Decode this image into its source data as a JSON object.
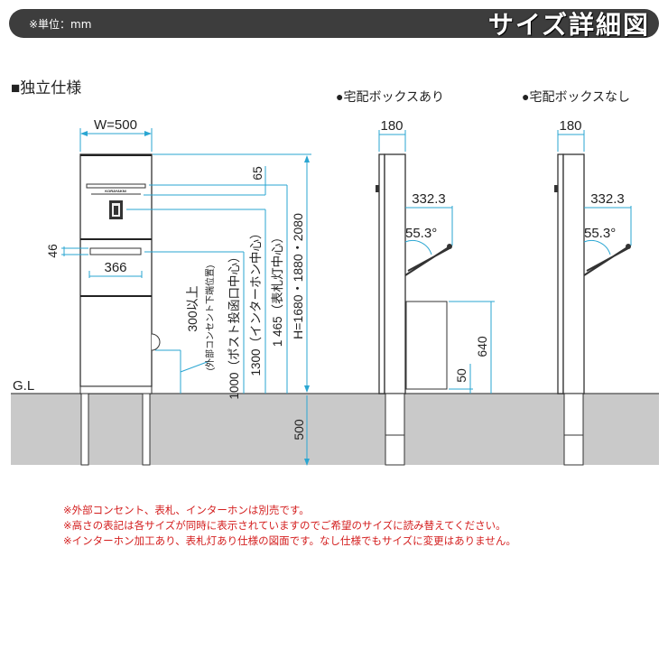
{
  "header": {
    "unit_note": "※単位：mm",
    "title": "サイズ詳細図"
  },
  "front_view": {
    "title": "■独立仕様",
    "nameplate_text": "KORAYAKNI",
    "width": "W=500",
    "slot_width": "366",
    "slot_height": "46",
    "nameplate_offset": "65",
    "height": "H=1680・1880・2080",
    "light_center": "1 465（表札灯中心）",
    "intercom_center": "1300（インターホン中心）",
    "post_slot_center": "1000（ポスト投函口中心）",
    "outlet_min": "300以上",
    "outlet_note": "(外部コンセント下端位置)",
    "ground_label": "G.L",
    "buried_depth": "500"
  },
  "side_with_box": {
    "title": "●宅配ボックスあり",
    "depth": "180",
    "flap_reach": "332.3",
    "flap_angle": "55.3°",
    "box_height": "640",
    "box_clearance": "50"
  },
  "side_without_box": {
    "title": "●宅配ボックスなし",
    "depth": "180",
    "flap_reach": "332.3",
    "flap_angle": "55.3°"
  },
  "notes": [
    "※外部コンセント、表札、インターホンは別売です。",
    "※高さの表記は各サイズが同時に表示されていますのでご希望のサイズに読み替えてください。",
    "※インターホン加工あり、表札灯あり仕様の図面です。なし仕様でもサイズに変更はありません。"
  ],
  "colors": {
    "dimension": "#2aa6d2",
    "note": "#d42020",
    "ground": "#c9c9c9",
    "header": "#3d3d3d"
  }
}
